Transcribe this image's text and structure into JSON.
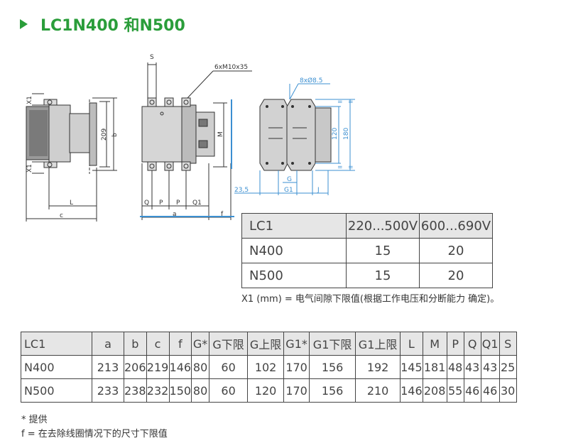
{
  "title": "LC1N400 和N500",
  "colors": {
    "accent": "#2a9d3a",
    "dim_blue": "#3b8fd1",
    "header_bg": "#e6e6e6"
  },
  "drawing": {
    "labels": {
      "s": "S",
      "thread": "6xM10x35",
      "holes": "8xØ8.5",
      "x1_top": "X1",
      "x1_bottom": "X1",
      "dim209": "209",
      "b": "b",
      "L": "L",
      "c": "c",
      "M": "M",
      "Q": "Q",
      "P1": "P",
      "P2": "P",
      "Q1": "Q1",
      "a": "a",
      "f": "f",
      "eq1": "=",
      "eq2": "=",
      "eq3": "=",
      "eq4": "=",
      "d120": "120",
      "d180": "180",
      "G": "G",
      "G1": "G1",
      "J": "J",
      "d23": "23,5"
    }
  },
  "voltage_table": {
    "header": [
      "LC1",
      "220...500V",
      "600...690V"
    ],
    "rows": [
      [
        "N400",
        "15",
        "20"
      ],
      [
        "N500",
        "15",
        "20"
      ]
    ]
  },
  "note_x1": "X1 (mm) = 电气间隙下限值(根据工作电压和分断能力 确定)。",
  "dim_table": {
    "header": [
      "LC1",
      "a",
      "b",
      "c",
      "f",
      "G*",
      "G下限",
      "G上限",
      "G1*",
      "G1下限",
      "G1上限",
      "L",
      "M",
      "P",
      "Q",
      "Q1",
      "S"
    ],
    "rows": [
      [
        "N400",
        "213",
        "206",
        "219",
        "146",
        "80",
        "60",
        "102",
        "170",
        "156",
        "192",
        "145",
        "181",
        "48",
        "43",
        "43",
        "25"
      ],
      [
        "N500",
        "233",
        "238",
        "232",
        "150",
        "80",
        "60",
        "120",
        "170",
        "156",
        "210",
        "146",
        "208",
        "55",
        "46",
        "46",
        "30"
      ]
    ]
  },
  "footnotes": {
    "star": "* 提供",
    "f": "f = 在去除线圈情况下的尺寸下限值"
  }
}
